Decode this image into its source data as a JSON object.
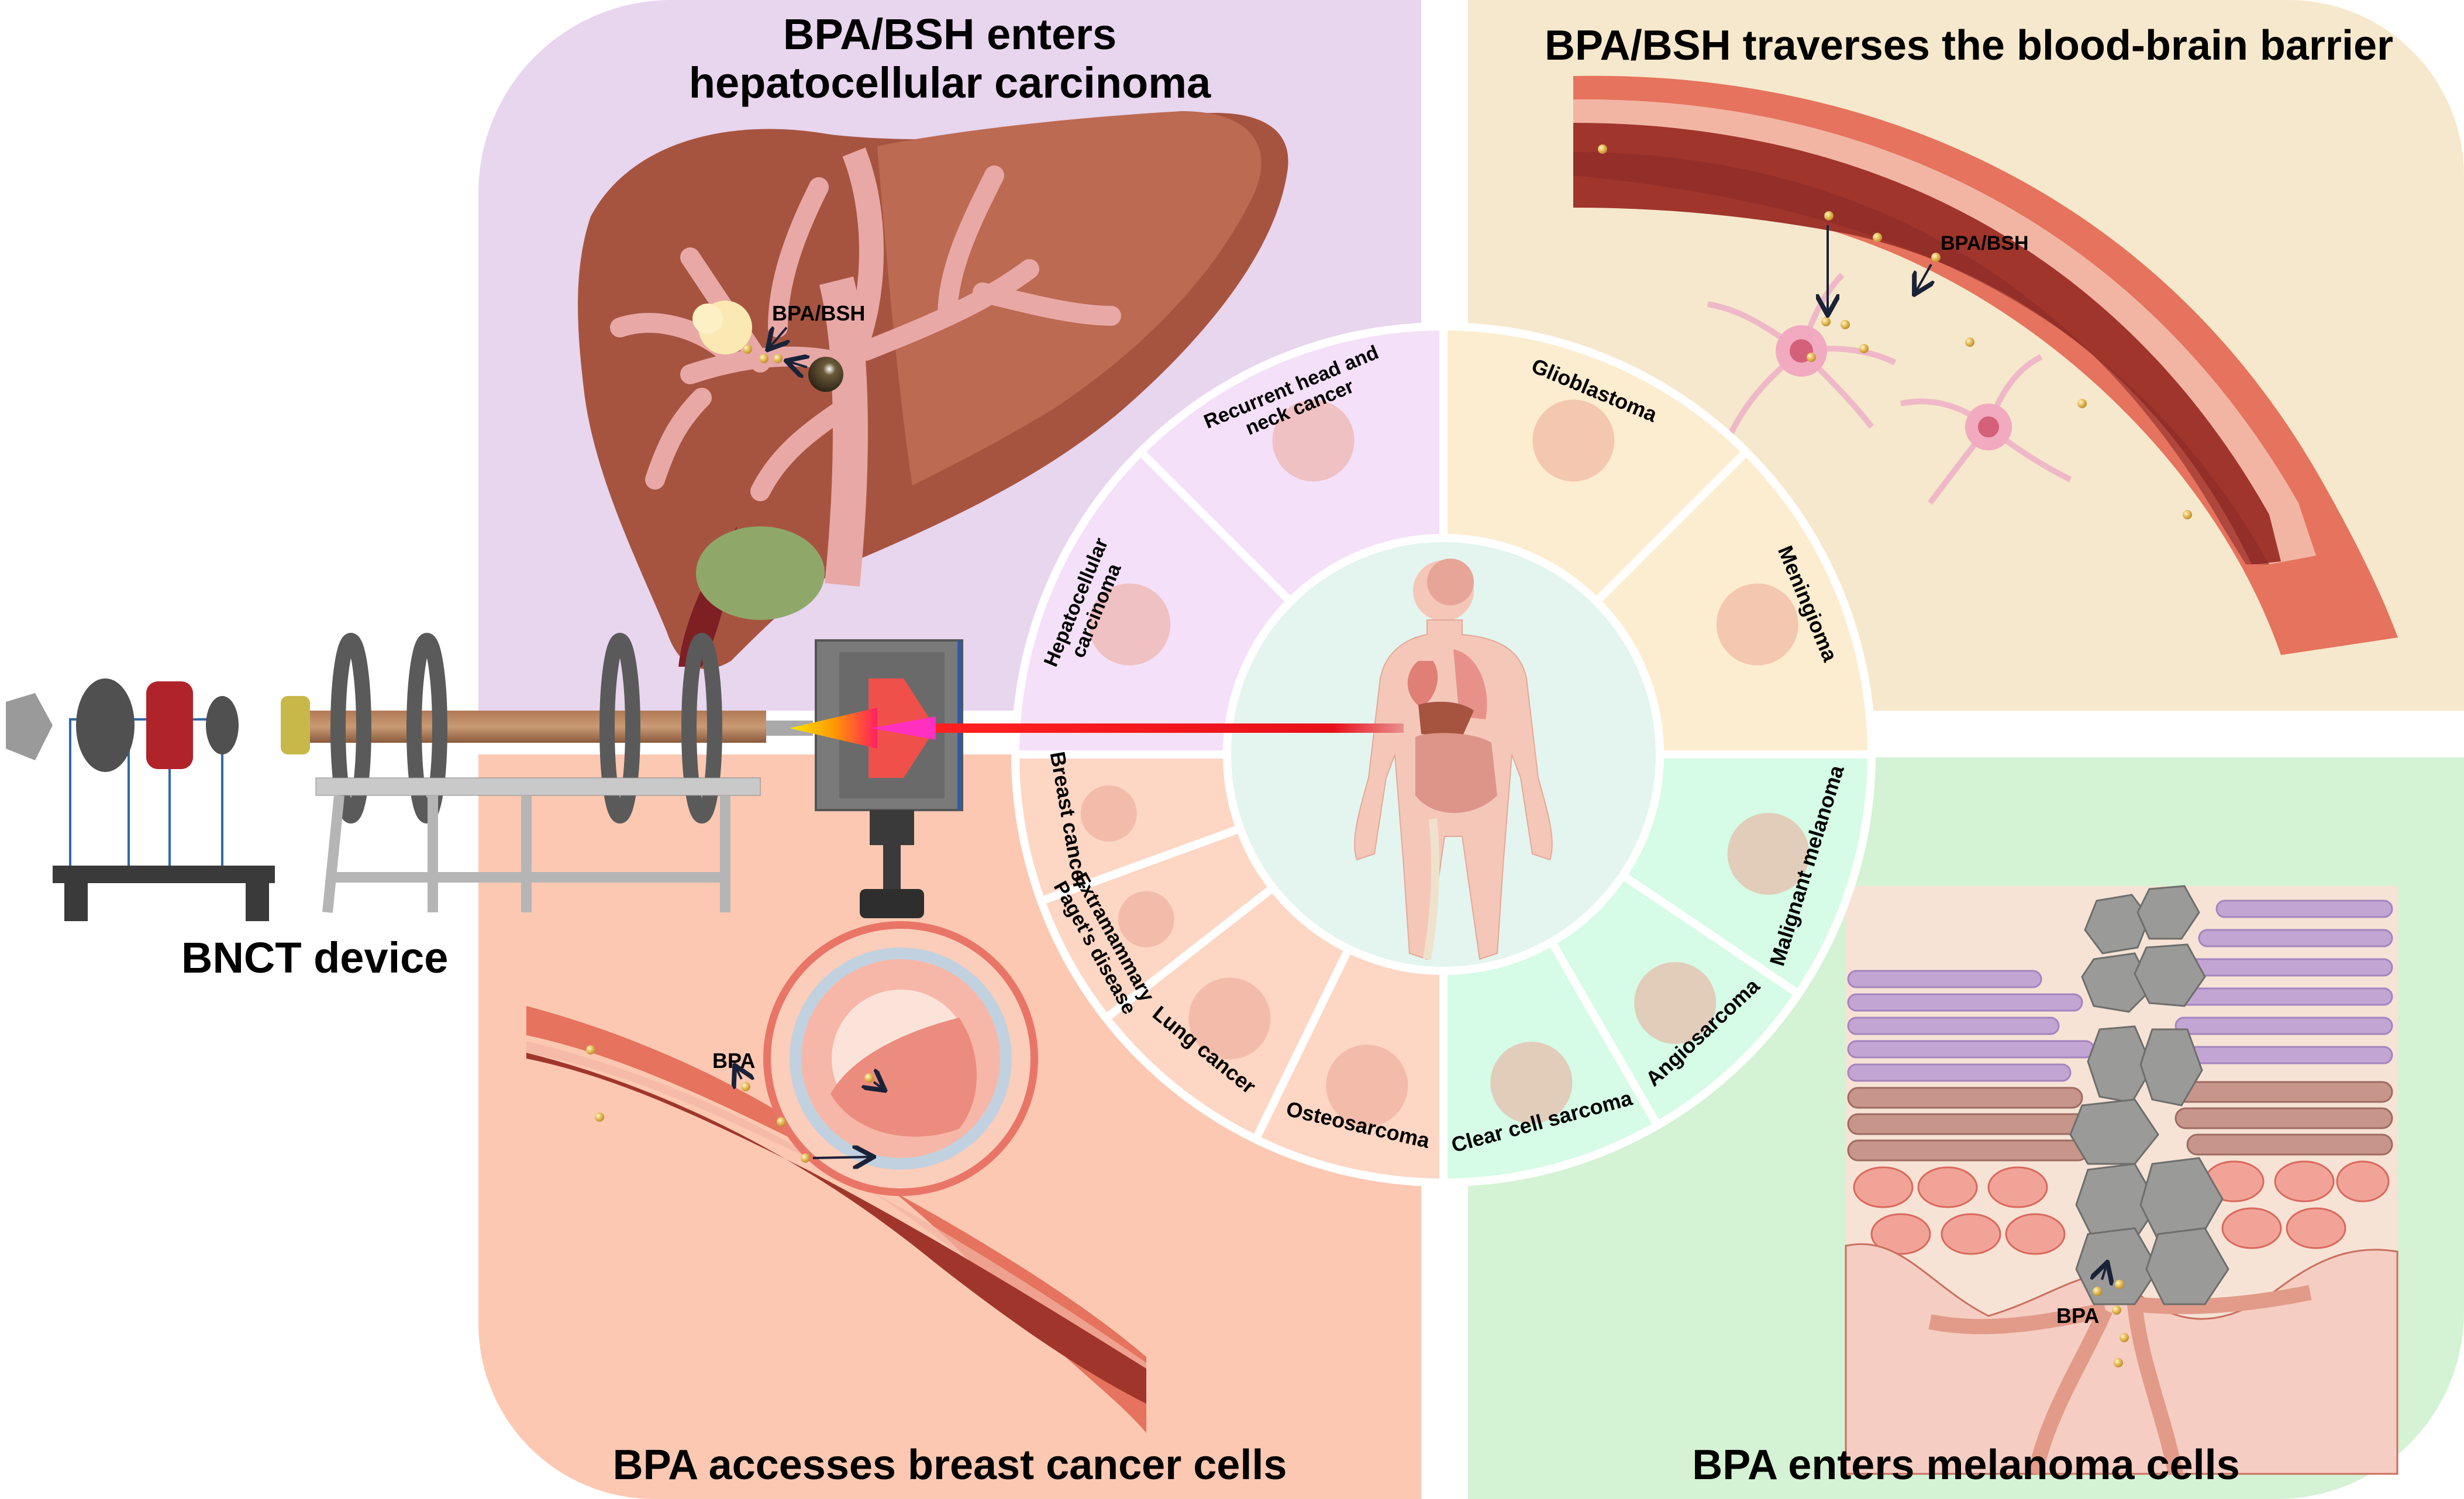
{
  "figure": {
    "subject": "Boron Neutron Capture Therapy (BNCT) applications",
    "device_label": "BNCT device",
    "colors": {
      "hcc_panel": "#e8d5ee",
      "bbb_panel": "#f6e8cc",
      "breast_panel": "#fcc8b2",
      "melanoma_panel": "#d4f2d4",
      "beam": "#e8101a",
      "center_circle": "#e3f5ee"
    }
  },
  "panels": {
    "hcc": {
      "title_line1": "BPA/BSH enters",
      "title_line2": "hepatocellular carcinoma",
      "annotation": "BPA/BSH"
    },
    "bbb": {
      "title": "BPA/BSH traverses the blood-brain barrier",
      "annotation": "BPA/BSH"
    },
    "breast": {
      "title": "BPA accesses breast cancer cells",
      "annotation": "BPA"
    },
    "melanoma": {
      "title": "BPA enters melanoma cells",
      "annotation": "BPA"
    }
  },
  "ring": {
    "center_label": "human body",
    "segments": [
      {
        "label": "Hepatocellular carcinoma",
        "group": "hcc",
        "icon": "liver-icon"
      },
      {
        "label": "Recurrent head and neck cancer",
        "group": "hcc",
        "icon": "head-neck-icon"
      },
      {
        "label": "Glioblastoma",
        "group": "bbb",
        "icon": "brain-icon"
      },
      {
        "label": "Meningioma",
        "group": "bbb",
        "icon": "meningioma-brain-icon"
      },
      {
        "label": "Malignant melanoma",
        "group": "melanoma",
        "icon": "foot-icon"
      },
      {
        "label": "Angiosarcoma",
        "group": "melanoma",
        "icon": "vessel-tissue-icon"
      },
      {
        "label": "Clear cell sarcoma",
        "group": "melanoma",
        "icon": "forearm-muscle-icon"
      },
      {
        "label": "Osteosarcoma",
        "group": "breast",
        "icon": "bone-icon"
      },
      {
        "label": "Lung cancer",
        "group": "breast",
        "icon": "lung-icon"
      },
      {
        "label": "Extramammary Paget's disease",
        "group": "breast",
        "icon": "skin-lesion-icon"
      },
      {
        "label": "Breast cancer",
        "group": "breast",
        "icon": "breast-icon"
      }
    ],
    "group_colors": {
      "hcc": "#f4e0f8",
      "bbb": "#fdedd0",
      "melanoma": "#d6fbe6",
      "breast": "#fdd6c4"
    }
  }
}
